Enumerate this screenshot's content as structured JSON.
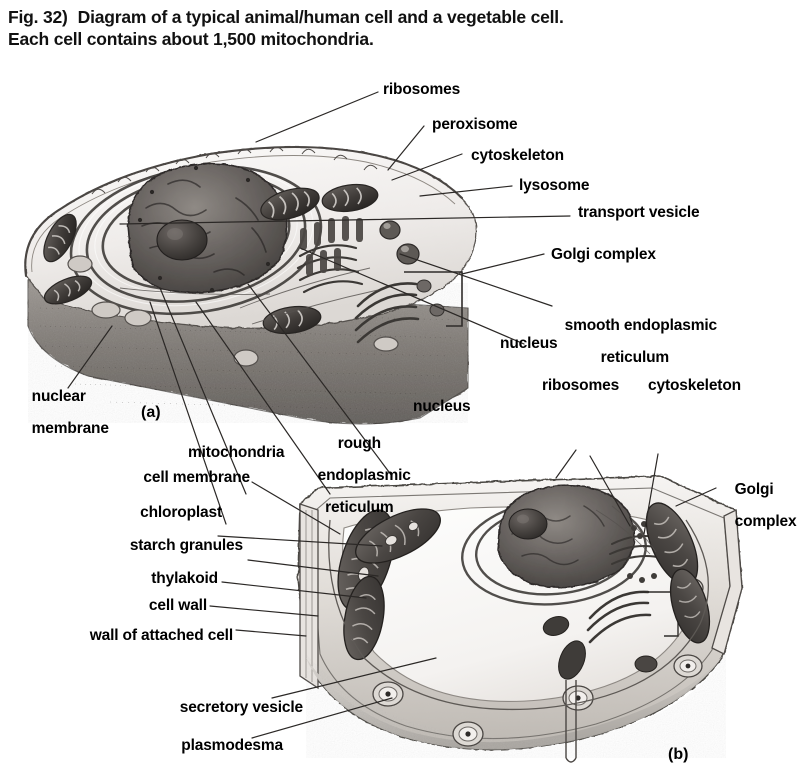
{
  "caption": {
    "figure_number": "Fig. 32)",
    "line1": "Diagram of a typical animal/human cell and a vegetable cell.",
    "line2": "Each cell contains about 1,500 mitochondria."
  },
  "panels": {
    "animal": {
      "id": "(a)",
      "name": "animal/human cell"
    },
    "plant": {
      "id": "(b)",
      "name": "vegetable cell"
    }
  },
  "labels": {
    "animal": [
      {
        "key": "ribosomes",
        "text": "ribosomes"
      },
      {
        "key": "peroxisome",
        "text": "peroxisome"
      },
      {
        "key": "cytoskeleton",
        "text": "cytoskeleton"
      },
      {
        "key": "lysosome",
        "text": "lysosome"
      },
      {
        "key": "transport_vesicle",
        "text": "transport vesicle"
      },
      {
        "key": "golgi_complex",
        "text": "Golgi complex"
      },
      {
        "key": "smooth_er",
        "text": "smooth endoplasmic"
      },
      {
        "key": "smooth_er2",
        "text": "reticulum"
      },
      {
        "key": "nucleus",
        "text": "nucleus"
      },
      {
        "key": "nuclear_membrane",
        "text": "nuclear"
      },
      {
        "key": "nuclear_membrane2",
        "text": "membrane"
      },
      {
        "key": "mitochondria",
        "text": "mitochondria"
      },
      {
        "key": "rough_er",
        "text": "rough"
      },
      {
        "key": "rough_er2",
        "text": "endoplasmic"
      },
      {
        "key": "rough_er3",
        "text": "reticulum"
      }
    ],
    "plant": [
      {
        "key": "nucleus",
        "text": "nucleus"
      },
      {
        "key": "ribosomes",
        "text": "ribosomes"
      },
      {
        "key": "cytoskeleton",
        "text": "cytoskeleton"
      },
      {
        "key": "golgi_complex",
        "text": "Golgi"
      },
      {
        "key": "golgi_complex2",
        "text": "complex"
      },
      {
        "key": "cell_membrane",
        "text": "cell membrane"
      },
      {
        "key": "chloroplast",
        "text": "chloroplast"
      },
      {
        "key": "starch_granules",
        "text": "starch granules"
      },
      {
        "key": "thylakoid",
        "text": "thylakoid"
      },
      {
        "key": "cell_wall",
        "text": "cell wall"
      },
      {
        "key": "wall_attached",
        "text": "wall of attached cell"
      },
      {
        "key": "secretory_vesicle",
        "text": "secretory vesicle"
      },
      {
        "key": "plasmodesma",
        "text": "plasmodesma"
      }
    ]
  },
  "colors": {
    "ink": "#000000",
    "background": "#ffffff",
    "leader_line": "#3c3c3c",
    "cell_light": "#f2f0ee",
    "cell_mid": "#b9b4ae",
    "cell_dark": "#6e6a66",
    "cell_darker": "#474340",
    "organelle_dark": "#3a3734"
  }
}
